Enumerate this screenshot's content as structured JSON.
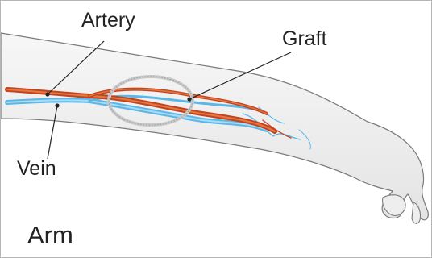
{
  "labels": {
    "artery": "Artery",
    "graft": "Graft",
    "vein": "Vein",
    "arm": "Arm"
  },
  "colors": {
    "artery": "#c6421f",
    "artery_core": "#e07a3f",
    "vein": "#5bb7e8",
    "vein_light": "#a9dcf6",
    "graft": "#c8c8c8",
    "skin": "#efefef",
    "skin_outline": "#7a7a7a",
    "leader": "#222222"
  }
}
